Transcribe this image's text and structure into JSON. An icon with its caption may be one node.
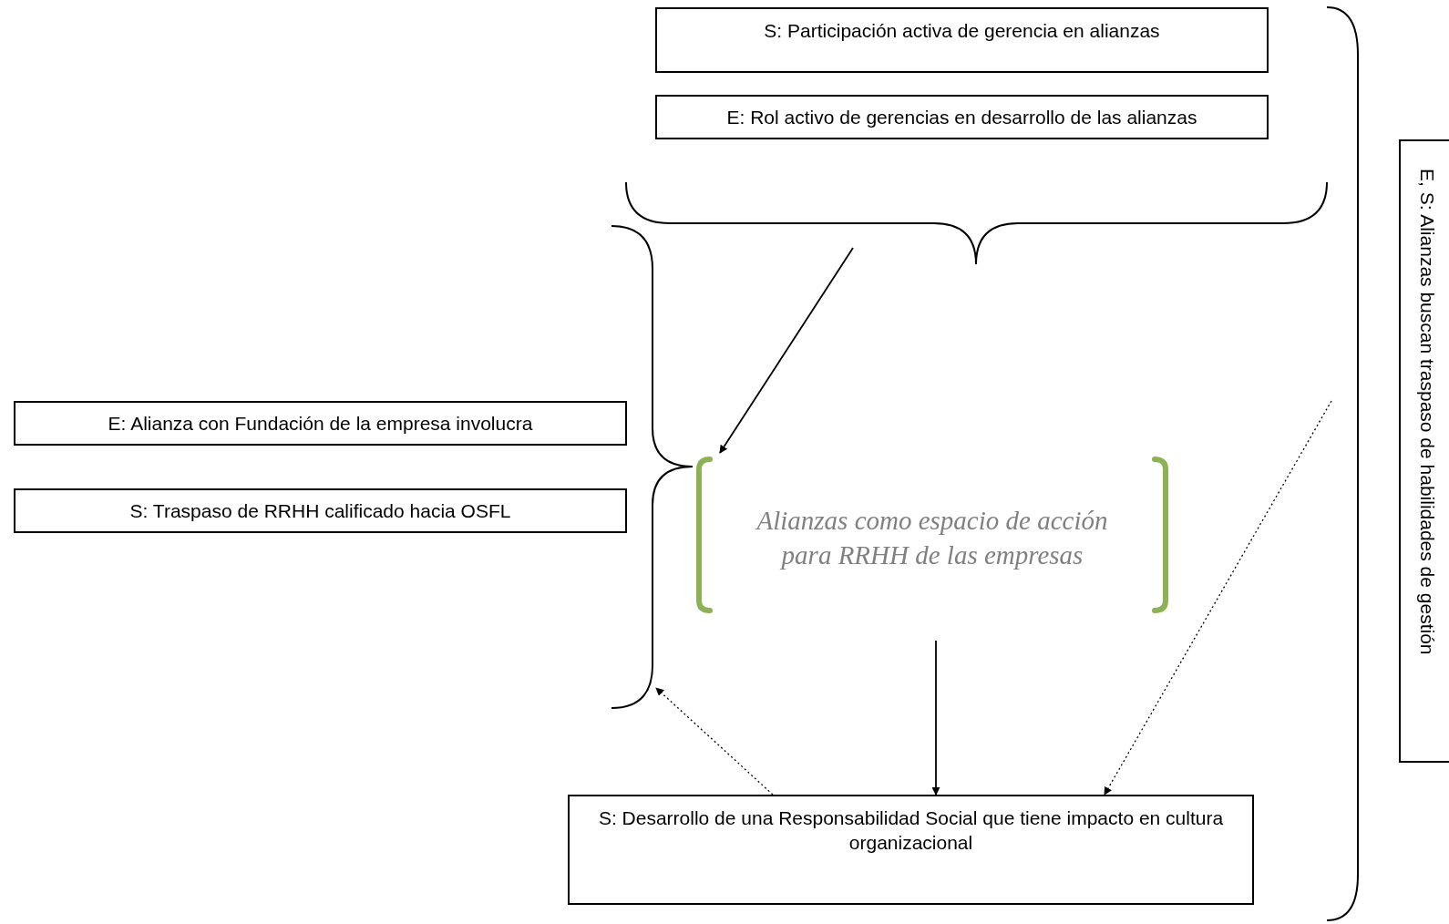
{
  "diagram": {
    "nodes": [
      {
        "text": [
          "S: Participación activa de gerencia en alianzas"
        ]
      },
      {
        "text": [
          "E: Rol activo de gerencias en desarrollo de las alianzas"
        ]
      },
      {
        "text": [
          "E: Alianza con Fundación de la empresa involucra"
        ]
      },
      {
        "text": [
          "S: Traspaso de RRHH calificado hacia OSFL"
        ]
      },
      {
        "text": [
          "Alianzas como espacio de acción para RRHH de las empresas"
        ]
      },
      {
        "text": [
          "S: Desarrollo de una Responsabilidad Social que tiene impacto en cultura organizacional"
        ]
      },
      {
        "text": [
          "E, S: Alianzas buscan traspaso de habilidades de gestión"
        ]
      }
    ],
    "edges": [
      {
        "from": null,
        "to": 4,
        "arrow": "to"
      },
      {
        "from": 4,
        "to": 5,
        "arrow": "to"
      },
      {
        "from": 5,
        "to": null,
        "arrow": "to",
        "style": "dashed"
      },
      {
        "from": null,
        "to": 5,
        "arrow": "to",
        "style": "dashed"
      }
    ]
  }
}
